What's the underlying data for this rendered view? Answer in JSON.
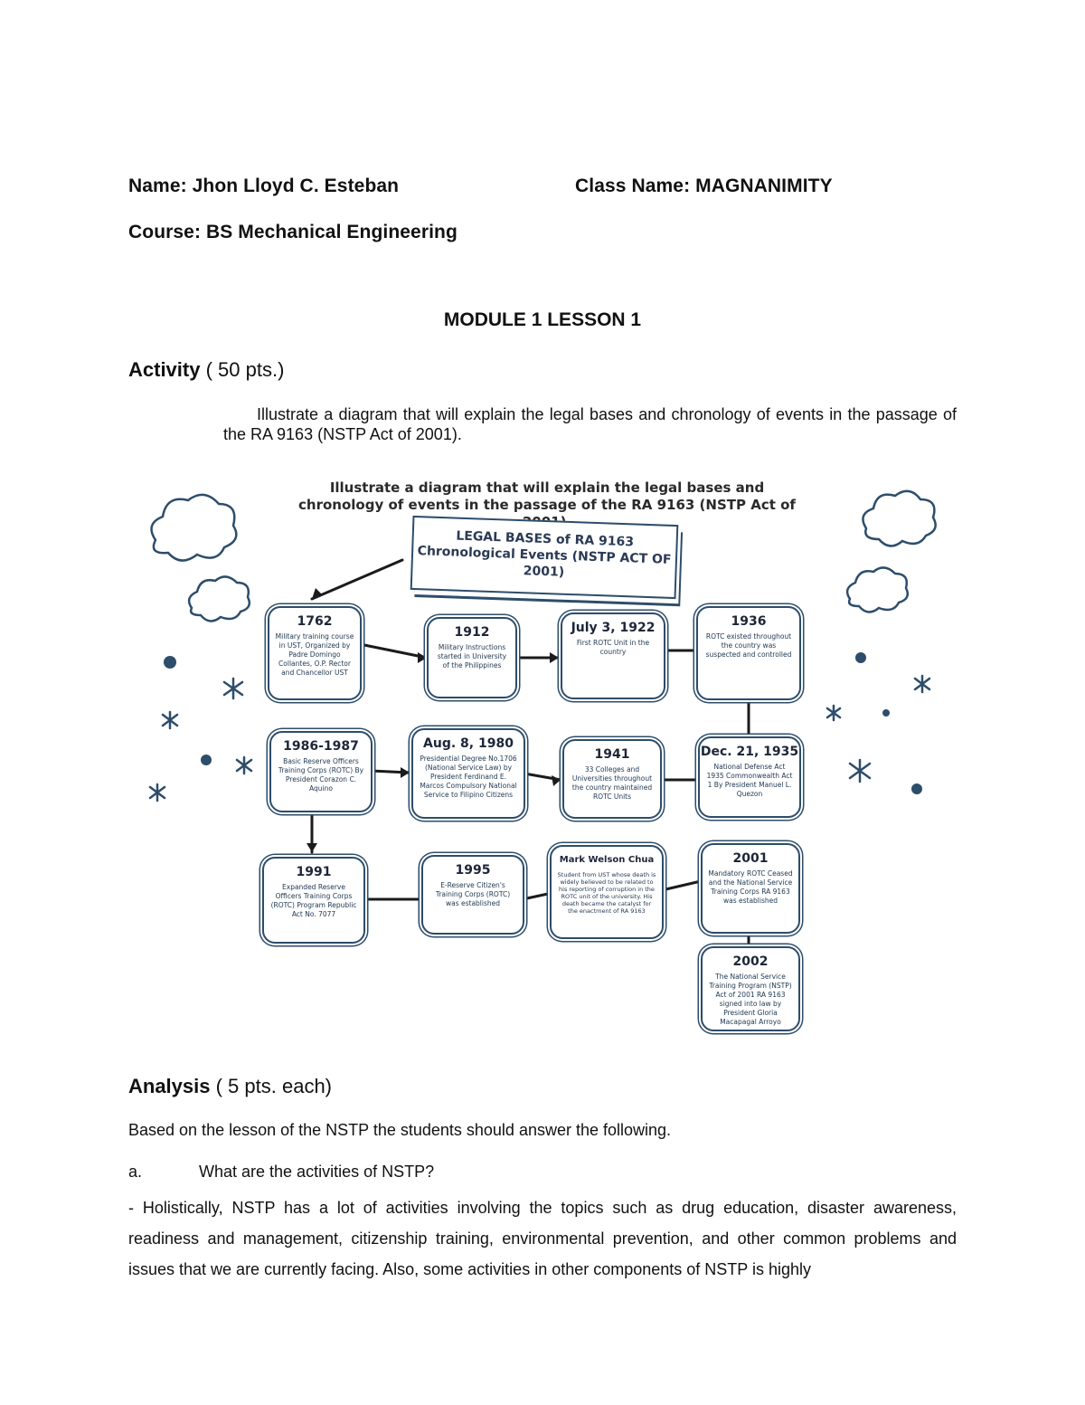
{
  "header": {
    "name": "Name: Jhon Lloyd C. Esteban",
    "class_name": "Class Name: MAGNANIMITY",
    "course": "Course: BS Mechanical Engineering"
  },
  "module_title": "MODULE 1 LESSON 1",
  "activity": {
    "label": "Activity",
    "points": " ( 50 pts.)",
    "instruction": "Illustrate a diagram that will explain the legal bases and chronology of events in the passage of the RA 9163 (NSTP Act of 2001)."
  },
  "diagram": {
    "heading": "Illustrate a diagram that will explain the legal bases and chronology of events in the passage of the RA 9163 (NSTP Act of 2001).",
    "banner": "LEGAL BASES of RA 9163 Chronological Events (NSTP ACT OF 2001)",
    "accent_color": "#2d4d6b",
    "boxes": [
      {
        "year": "1762",
        "text": "Military training course in UST, Organized by Padre Domingo Collantes, O.P. Rector and Chancellor UST"
      },
      {
        "year": "1912",
        "text": "Military Instructions started in University of the Philippines"
      },
      {
        "year": "July 3, 1922",
        "text": "First ROTC Unit in the country"
      },
      {
        "year": "1936",
        "text": "ROTC existed throughout the country was suspected and controlled"
      },
      {
        "year": "1986-1987",
        "text": "Basic Reserve Officers Training Corps (ROTC) By President Corazon C. Aquino"
      },
      {
        "year": "Aug. 8, 1980",
        "text": "Presidential Degree No.1706 (National Service Law) by President Ferdinand E. Marcos Compulsory National Service to Filipino Citizens"
      },
      {
        "year": "1941",
        "text": "33 Colleges and Universities throughout the country maintained ROTC Units"
      },
      {
        "year": "Dec. 21, 1935",
        "text": "National Defense Act 1935 Commonwealth Act 1 By President Manuel L. Quezon"
      },
      {
        "year": "1991",
        "text": "Expanded Reserve Officers Training Corps (ROTC) Program Republic Act No. 7077"
      },
      {
        "year": "1995",
        "text": "E-Reserve Citizen's Training Corps (ROTC) was established"
      },
      {
        "year": "Mark Welson Chua",
        "text": "Student from UST whose death is widely believed to be related to his reporting of corruption in the ROTC unit of the university. His death became the catalyst for the enactment of RA 9163"
      },
      {
        "year": "2001",
        "text": "Mandatory ROTC Ceased and the National Service Training Corps RA 9163 was established"
      },
      {
        "year": "2002",
        "text": "The National Service Training Program (NSTP) Act of 2001 RA 9163 signed into law by President Gloria Macapagal Arroyo"
      }
    ]
  },
  "analysis": {
    "label": "Analysis",
    "points": " ( 5 pts. each)",
    "intro": "Based on the lesson of the NSTP the students should answer the following.",
    "question_letter": "a.",
    "question": "What are the activities of NSTP?",
    "answer": "- Holistically, NSTP has a lot of activities involving the topics such as drug education, disaster awareness, readiness and management, citizenship training, environmental prevention, and other common problems and issues that we are currently facing. Also, some activities in other components of NSTP is highly"
  }
}
